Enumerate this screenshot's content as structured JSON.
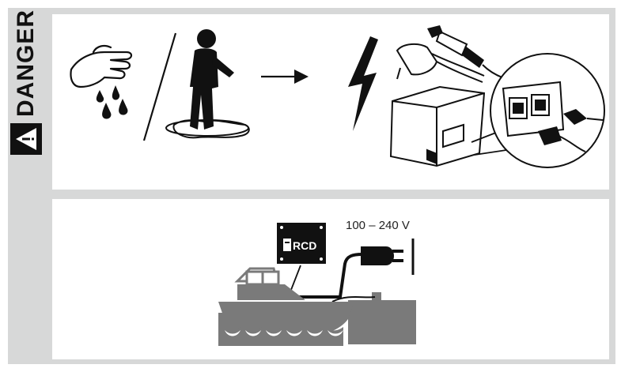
{
  "header": {
    "label": "DANGER"
  },
  "bottom_panel": {
    "voltage_label": "100 – 240 V",
    "rcd_label": "RCD"
  },
  "icons": [
    "warning-triangle-icon",
    "wet-hand-icon",
    "person-in-water-icon",
    "arrow-right-icon",
    "lightning-bolt-icon",
    "mains-plug-icon",
    "car-socket-plug-icon",
    "cooler-box-icon",
    "power-sockets-detail-icon",
    "rcd-device-icon",
    "shore-power-plug-icon",
    "boat-icon",
    "pier-icon"
  ],
  "colors": {
    "band": "#d7d8d8",
    "ink": "#111111",
    "boat_gray": "#7a7a7a"
  }
}
